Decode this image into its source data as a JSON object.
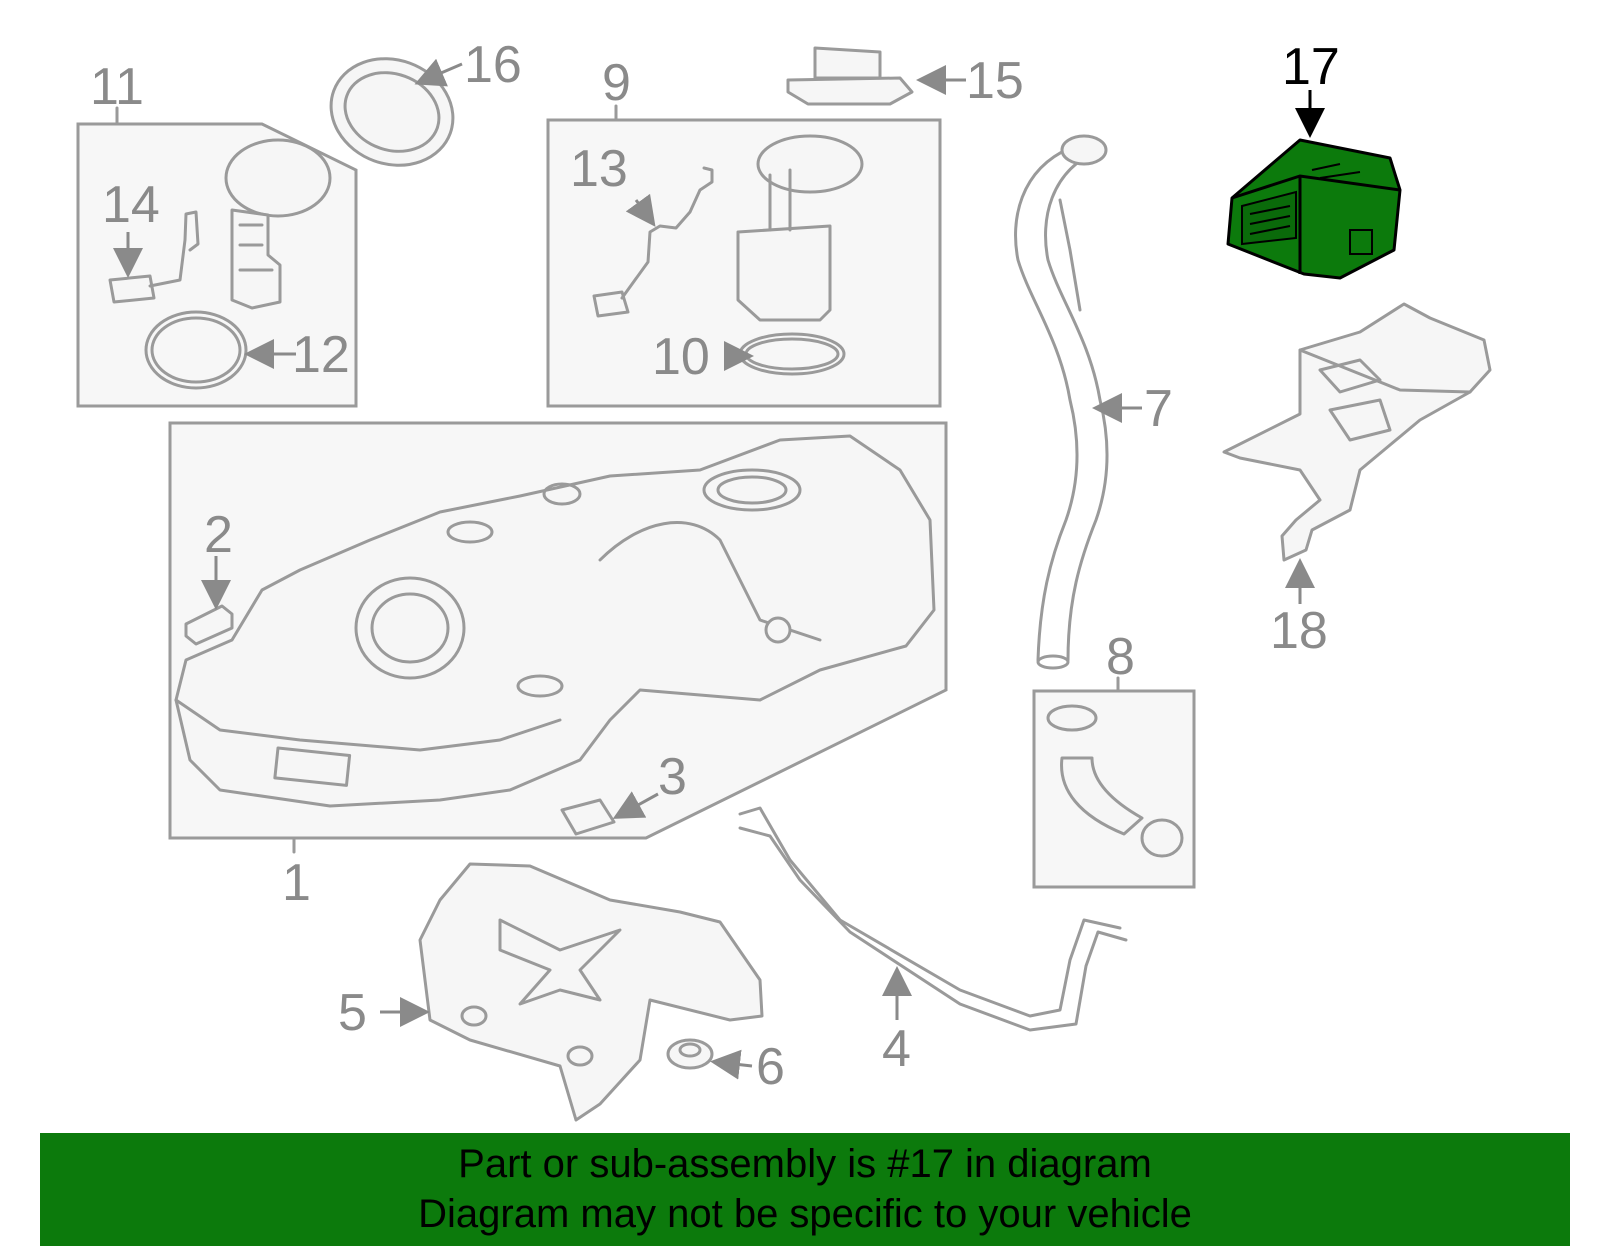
{
  "callouts": {
    "c1": "1",
    "c2": "2",
    "c3": "3",
    "c4": "4",
    "c5": "5",
    "c6": "6",
    "c7": "7",
    "c8": "8",
    "c9": "9",
    "c10": "10",
    "c11": "11",
    "c12": "12",
    "c13": "13",
    "c14": "14",
    "c15": "15",
    "c16": "16",
    "c17": "17",
    "c18": "18"
  },
  "highlight": {
    "part_number": "17",
    "color": "#0c7a0c"
  },
  "banner": {
    "line1": "Part or sub-assembly is #17 in diagram",
    "line2": "Diagram may not be specific to your vehicle",
    "background": "#0c7a0c"
  }
}
